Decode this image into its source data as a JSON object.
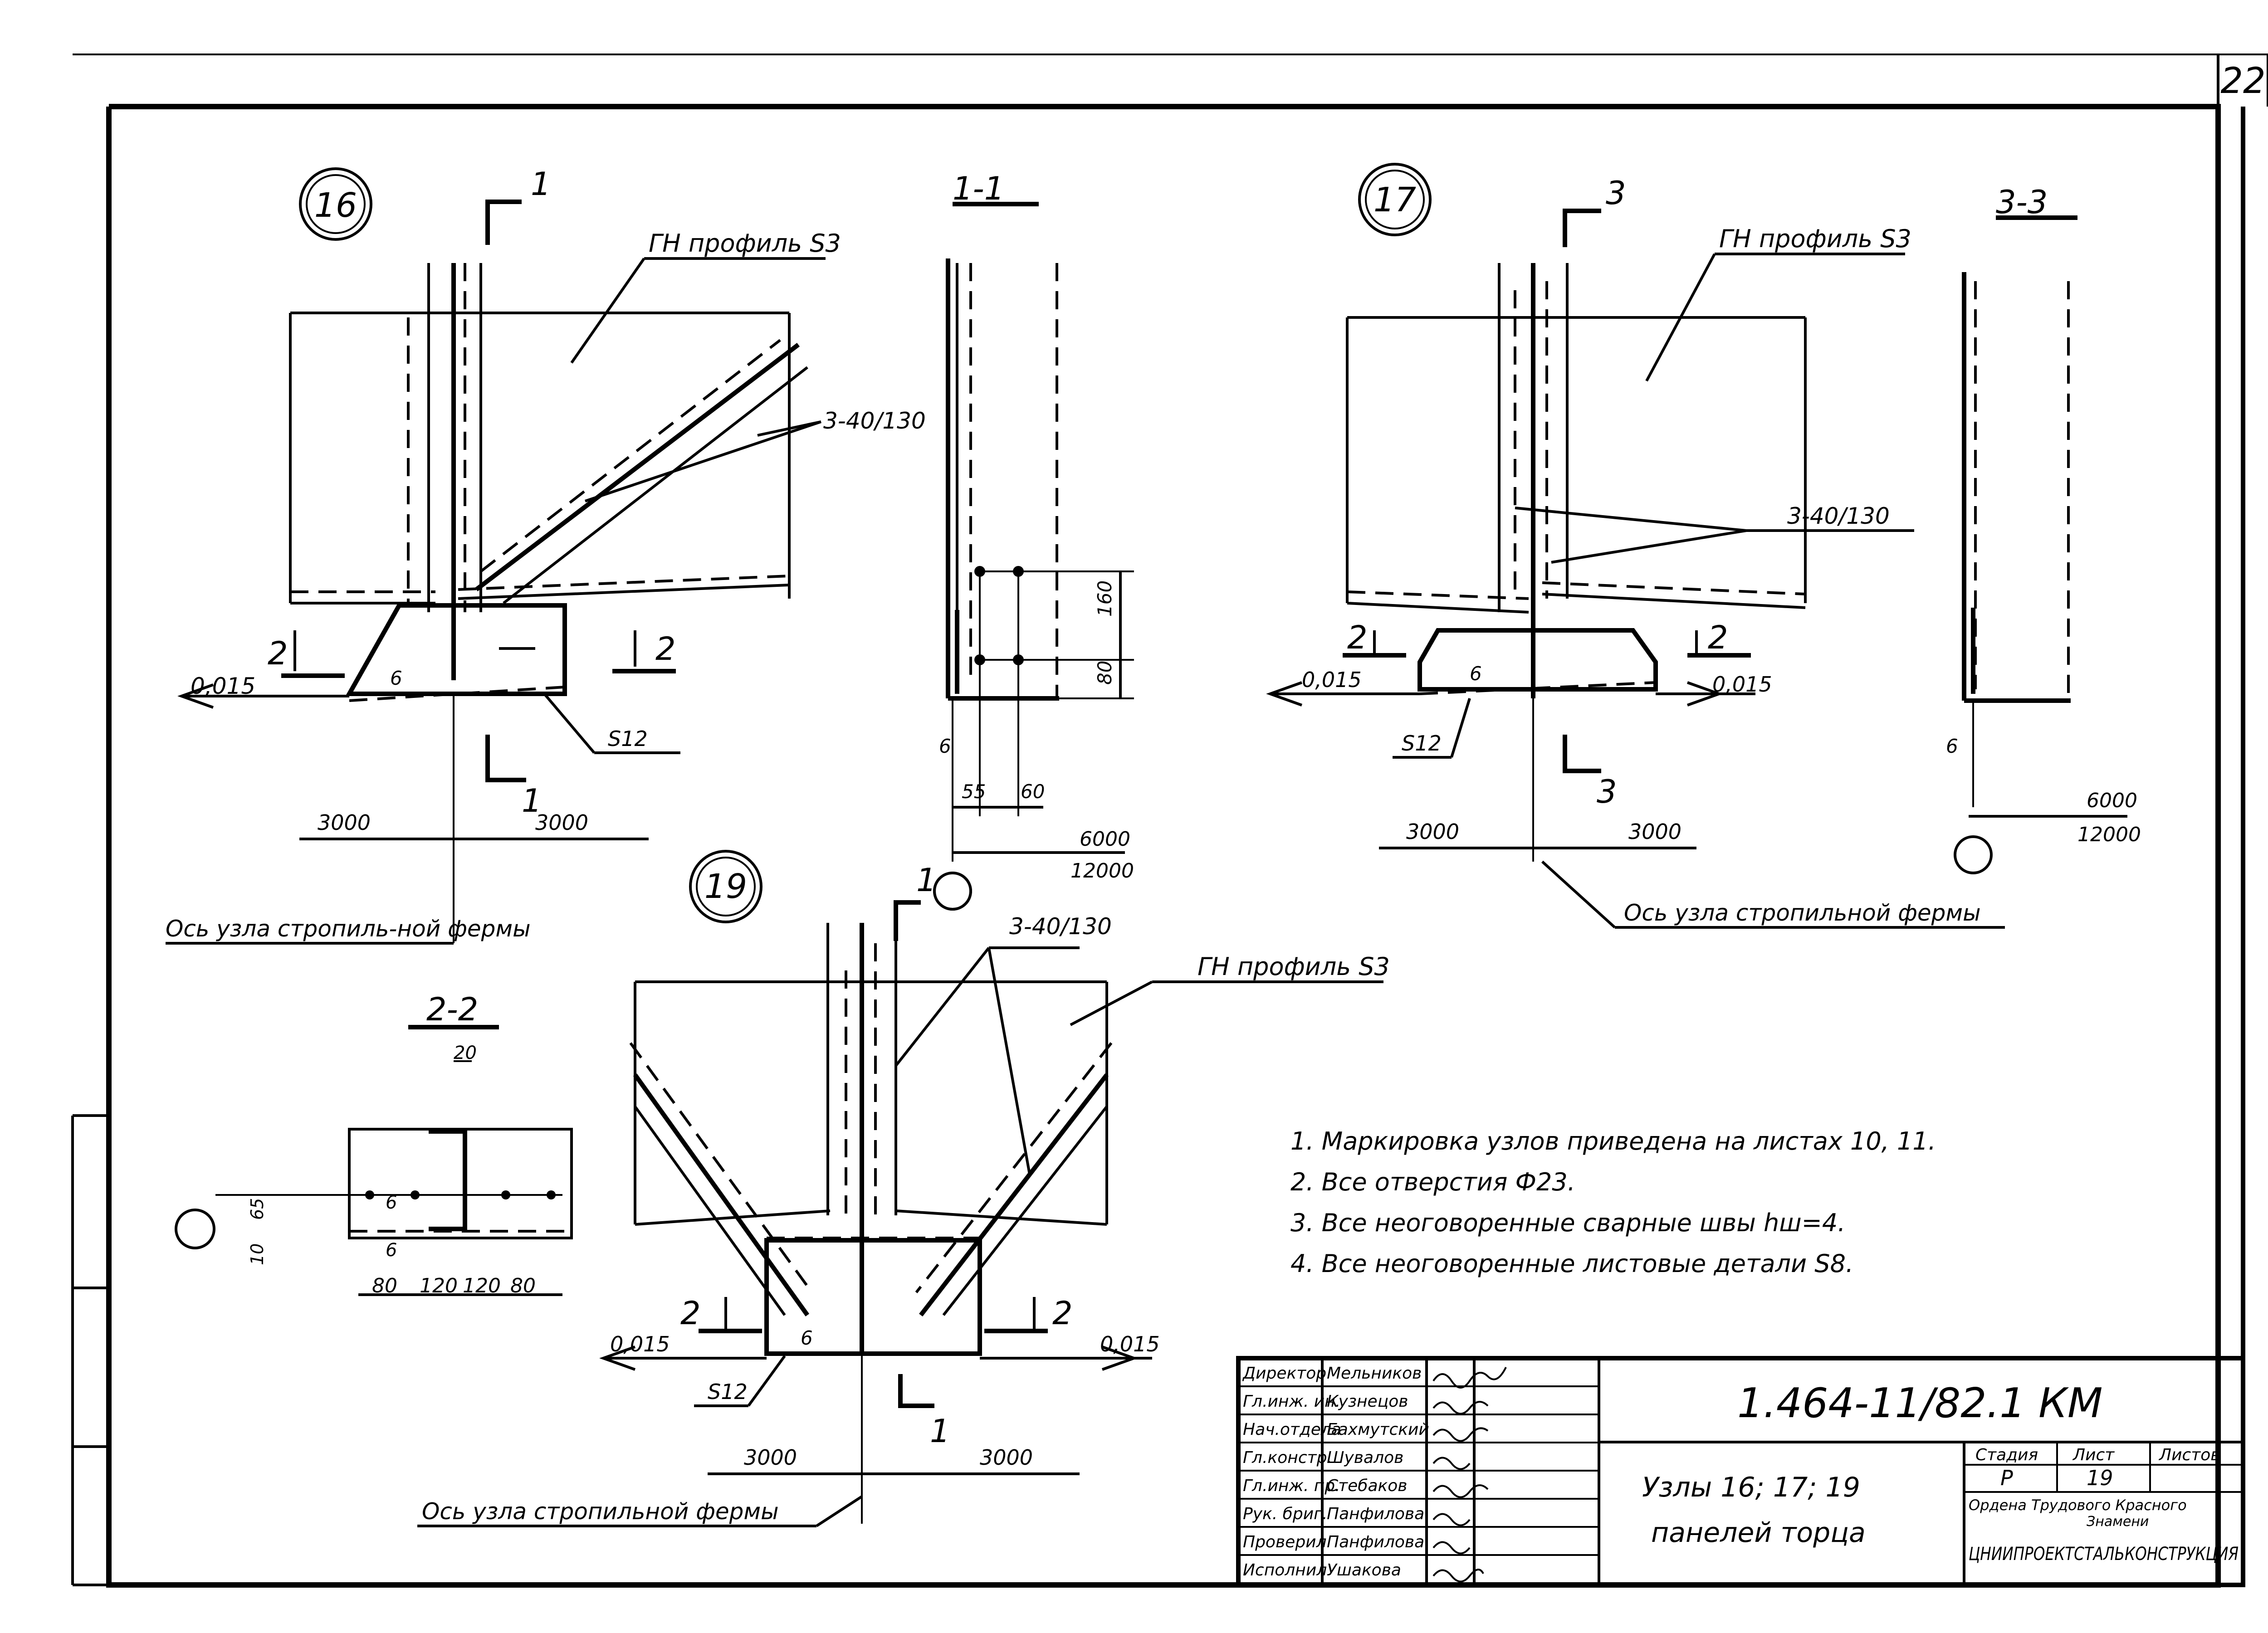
{
  "sheet_corner": "22",
  "nodes": {
    "n16": {
      "mark": "16",
      "section_no": "1",
      "profile_label": "ГН профиль S3",
      "bolt_label": "3-40/130",
      "level": "0,015",
      "cut": "2",
      "thickness_top": "6",
      "plate": "S12",
      "dim_left": "3000",
      "dim_right": "3000",
      "axis_note": "Ось узла стропиль-ной фермы"
    },
    "n17": {
      "mark": "17",
      "section_no": "3",
      "profile_label": "ГН профиль S3",
      "bolt_label": "3-40/130",
      "level_left": "0,015",
      "level_right": "0,015",
      "cut": "2",
      "thickness_top": "6",
      "plate": "S12",
      "dim_left": "3000",
      "dim_right": "3000",
      "axis_note": "Ось узла стропильной фермы"
    },
    "n19": {
      "mark": "19",
      "section_no": "1",
      "profile_label": "ГН профиль S3",
      "bolt_label": "3-40/130",
      "level_left": "0,015",
      "level_right": "0,015",
      "cut": "2",
      "thickness_top": "6",
      "plate": "S12",
      "dim_left": "3000",
      "dim_right": "3000",
      "axis_note": "Ось узла стропильной фермы"
    }
  },
  "sections": {
    "s11": {
      "title": "1-1",
      "dim_160": "160",
      "dim_80": "80",
      "dim_6": "6",
      "dim_55": "55",
      "dim_60": "60",
      "dim_6000": "6000",
      "dim_12000": "12000"
    },
    "s33": {
      "title": "3-3",
      "dim_6": "6",
      "dim_6000": "6000",
      "dim_12000": "12000"
    },
    "s22": {
      "title": "2-2",
      "dim_20": "20",
      "dim_65": "65",
      "dim_10": "10",
      "dim_6a": "6",
      "dim_6b": "6",
      "dim_80a": "80",
      "dim_120a": "120",
      "dim_120b": "120",
      "dim_80b": "80"
    }
  },
  "notes": [
    "1. Маркировка узлов приведена на листах 10, 11.",
    "2. Все отверстия Ф23.",
    "3. Все неоговоренные сварные швы hш=4.",
    "4. Все неоговоренные листовые детали S8."
  ],
  "title_block": {
    "doc_code": "1.464-11/82.1 КМ",
    "title_line1": "Узлы 16; 17; 19",
    "title_line2": "панелей торца",
    "stage_label": "Стадия",
    "sheet_label": "Лист",
    "sheets_label": "Листов",
    "stage_value": "Р",
    "sheet_value": "19",
    "sheets_value": "",
    "org_line1": "Ордена Трудового Красного",
    "org_line2": "Знамени",
    "org_name": "ЦНИИПРОЕКТСТАЛЬКОНСТРУКЦИЯ",
    "people": [
      {
        "role": "Директор",
        "name": "Мельников"
      },
      {
        "role": "Гл.инж. ин.",
        "name": "Кузнецов"
      },
      {
        "role": "Нач.отдела",
        "name": "Бахмутский"
      },
      {
        "role": "Гл.констр.",
        "name": "Шувалов"
      },
      {
        "role": "Гл.инж. пр.",
        "name": "Стебаков"
      },
      {
        "role": "Рук. бриг.",
        "name": "Панфилова"
      },
      {
        "role": "Проверил",
        "name": "Панфилова"
      },
      {
        "role": "Исполнил",
        "name": "Ушакова"
      }
    ]
  }
}
